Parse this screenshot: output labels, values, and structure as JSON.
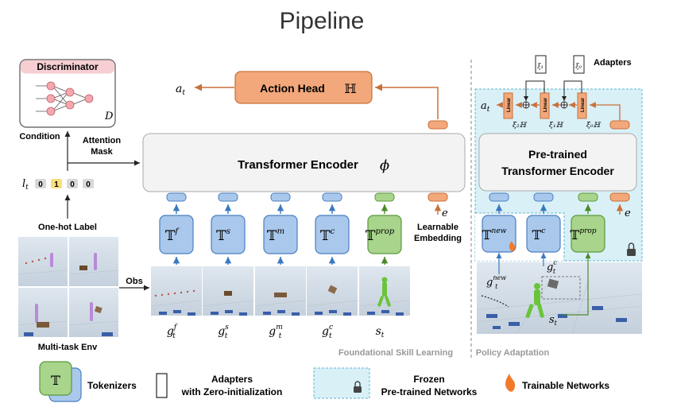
{
  "title": "Pipeline",
  "discriminator": {
    "label": "Discriminator",
    "symbol": "D"
  },
  "condition_label": "Condition",
  "attention_mask_label": "Attention Mask",
  "label_vector": {
    "symbol": "l_t",
    "cells": [
      "0",
      "1",
      "0",
      "0"
    ]
  },
  "onehot_label": "One-hot Label",
  "multitask_env_label": "Multi-task Env",
  "obs_label": "Obs",
  "action_symbol": "a_t",
  "action_head": {
    "label": "Action Head",
    "symbol": "ℍ"
  },
  "transformer_encoder": {
    "label": "Transformer Encoder",
    "symbol": "ϕ"
  },
  "tokenizers": [
    {
      "sym": "𝕋",
      "sup": "f",
      "input_base": "g",
      "input_sup": "f",
      "input_sub": "t"
    },
    {
      "sym": "𝕋",
      "sup": "s",
      "input_base": "g",
      "input_sup": "s",
      "input_sub": "t"
    },
    {
      "sym": "𝕋",
      "sup": "m",
      "input_base": "g",
      "input_sup": "m",
      "input_sub": "t"
    },
    {
      "sym": "𝕋",
      "sup": "c",
      "input_base": "g",
      "input_sup": "c",
      "input_sub": "t"
    },
    {
      "sym": "𝕋",
      "sup": "prop",
      "input_base": "s",
      "input_sup": "",
      "input_sub": "t"
    }
  ],
  "learnable_embedding": {
    "symbol": "e",
    "label_line1": "Learnable",
    "label_line2": "Embedding"
  },
  "section_labels": {
    "foundational": "Foundational Skill Learning",
    "adaptation": "Policy Adaptation"
  },
  "adaptation": {
    "action_symbol": "a_t",
    "adapters_label": "Adapters",
    "linear_label": "Linear",
    "xi_labels": [
      "ξ₂ℍ",
      "ξ₁ℍ",
      "ξ₀ℍ"
    ],
    "adapter_top_labels": [
      "ξ₁",
      "ξ₀"
    ],
    "encoder_line1": "Pre-trained",
    "encoder_line2": "Transformer Encoder",
    "tokenizers": [
      {
        "sym": "𝕋",
        "sup": "new"
      },
      {
        "sym": "𝕋",
        "sup": "c"
      },
      {
        "sym": "𝕋",
        "sup": "prop"
      }
    ],
    "embed_symbol": "e",
    "input_labels": [
      {
        "base": "g",
        "sup": "new",
        "sub": "t"
      },
      {
        "base": "g",
        "sup": "c",
        "sub": "t"
      },
      {
        "base": "s",
        "sup": "",
        "sub": "t"
      }
    ]
  },
  "legend": {
    "tokenizers": "Tokenizers",
    "adapters_line1": "Adapters",
    "adapters_line2": "with Zero-initialization",
    "frozen_line1": "Frozen",
    "frozen_line2": "Pre-trained Networks",
    "trainable": "Trainable Networks"
  },
  "colors": {
    "tokenizer_fill": "#a9c8ec",
    "tokenizer_stroke": "#4a7fc0",
    "prop_fill": "#a8d48c",
    "prop_stroke": "#5a9a3c",
    "head_fill": "#f2a87a",
    "head_stroke": "#c8703a",
    "frozen_fill": "#d9f0f7",
    "frozen_stroke": "#5fb6d0",
    "arrow_blue": "#3a78c0",
    "arrow_orange": "#c8703a",
    "arrow_green": "#4a8a2a"
  }
}
